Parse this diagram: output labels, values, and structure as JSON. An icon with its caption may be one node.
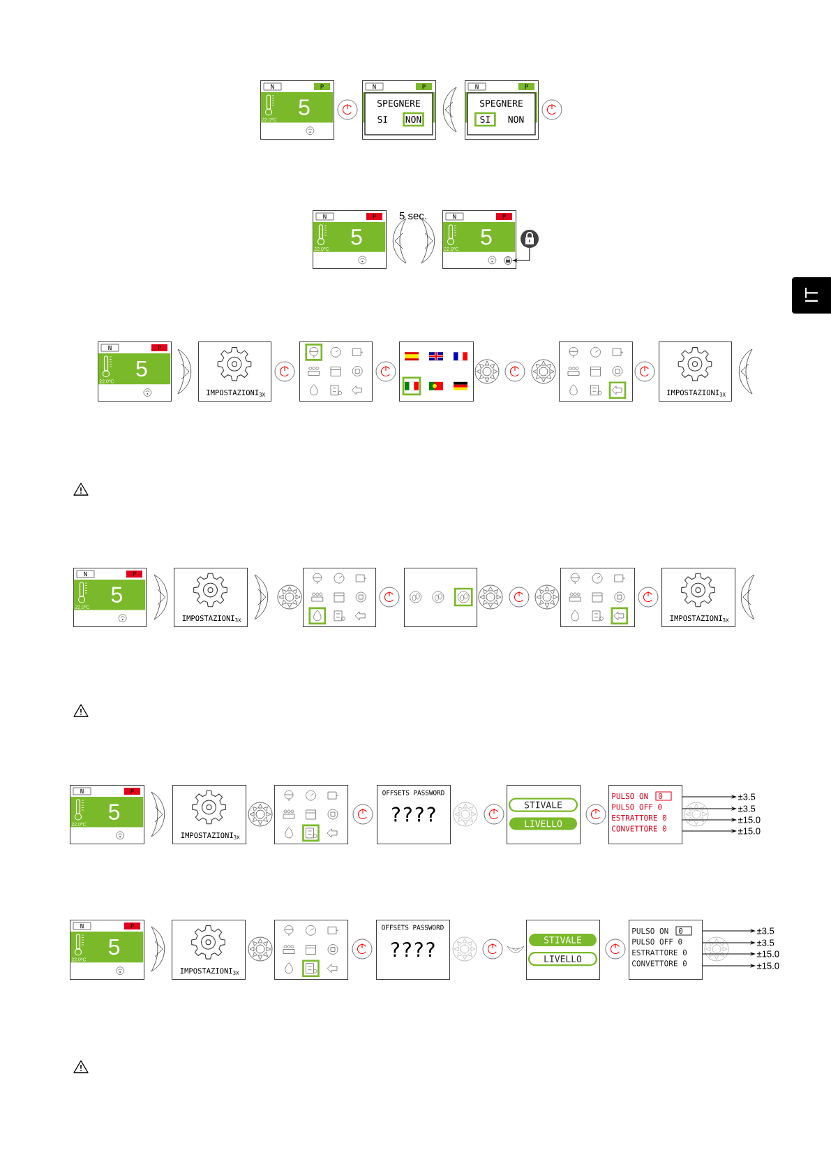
{
  "diagram": {
    "nodes": [
      {
        "text": [
          "N",
          "P",
          "5",
          "22.0ºC"
        ]
      },
      {
        "text": [
          "N",
          "P",
          "SPEGNERE",
          "SI",
          "NON"
        ]
      },
      {
        "text": [
          "N",
          "P",
          "SPEGNERE",
          "SI",
          "NON"
        ]
      },
      {
        "text": [
          "N",
          "P",
          "5",
          "22.0ºC"
        ]
      },
      {
        "text": [
          "N",
          "P",
          "5",
          "22.0ºC"
        ]
      },
      {
        "text": [],
        "shape": "padlock",
        "in": 4
      },
      {
        "text": [],
        "shape": "padlock"
      },
      {
        "text": [
          "N",
          "P",
          "5",
          "22.0ºC"
        ]
      },
      {
        "text": [
          "IMPOSTAZIONI$_{3X}$"
        ]
      },
      {
        "text": [],
        "shape": "box"
      },
      {
        "text": [],
        "shape": "box"
      },
      {
        "text": [],
        "shape": "box"
      },
      {
        "text": [
          "IMPOSTAZIONI$_{3X}$"
        ]
      },
      {
        "text": [
          "N",
          "P",
          "5",
          "22.0ºC"
        ]
      },
      {
        "text": [
          "IMPOSTAZIONI$_{3X}$"
        ]
      },
      {
        "text": [],
        "shape": "box"
      },
      {
        "text": [],
        "shape": "box"
      },
      {
        "text": [],
        "shape": "box"
      },
      {
        "text": [
          "IMPOSTAZIONI$_{3X}$"
        ]
      },
      {
        "text": [
          "N",
          "P",
          "5",
          "22.0ºC"
        ]
      },
      {
        "text": [
          "IMPOSTAZIONI$_{3X}$"
        ]
      },
      {
        "text": [],
        "shape": "box"
      },
      {
        "text": [
          "OFFSETS PASSWORD",
          "????"
        ]
      },
      {
        "text": [
          "STIVALE",
          "LIVELLO"
        ]
      },
      {
        "text": [
          "PULSO ON",
          "0",
          "PULSO OFF 0",
          "ESTRATTORE 0",
          "CONVETTORE 0"
        ]
      },
      {
        "text": [
          "±3.5"
        ]
      },
      {
        "text": [
          "±3.5"
        ]
      },
      {
        "text": [
          "±15.0"
        ]
      },
      {
        "text": [
          "±15.0"
        ]
      },
      {
        "text": [
          "N",
          "P",
          "5",
          "22.0ºC"
        ]
      },
      {
        "text": [
          "IMPOSTAZIONI$_{3X}$"
        ]
      },
      {
        "text": [],
        "shape": "box"
      },
      {
        "text": [
          "OFFSETS PASSWORD",
          "????"
        ]
      },
      {
        "text": [
          "STIVALE",
          "LIVELLO"
        ]
      },
      {
        "text": [
          "PULSO ON",
          "0",
          "PULSO OFF 0",
          "ESTRATTORE 0",
          "CONVETTORE 0"
        ]
      },
      {
        "text": [
          "±3.5"
        ]
      },
      {
        "text": [
          "±3.5"
        ]
      },
      {
        "text": [
          "±15.0"
        ]
      },
      {
        "text": [
          "±15.0"
        ]
      }
    ],
    "edges": [
      {
        "from": 6,
        "to": 5,
        "arrow": "to"
      },
      {
        "from": 24,
        "to": 25,
        "arrow": "to"
      },
      {
        "from": 24,
        "to": 26,
        "arrow": "to"
      },
      {
        "from": 24,
        "to": 27,
        "arrow": "to"
      },
      {
        "from": 24,
        "to": 28,
        "arrow": "to"
      },
      {
        "from": 34,
        "to": 35,
        "arrow": "to"
      },
      {
        "from": 34,
        "to": 36,
        "arrow": "to"
      },
      {
        "from": 34,
        "to": 37,
        "arrow": "to"
      },
      {
        "from": 34,
        "to": 38,
        "arrow": "to"
      }
    ],
    "labels": [
      "5 sec.",
      "IT"
    ]
  }
}
